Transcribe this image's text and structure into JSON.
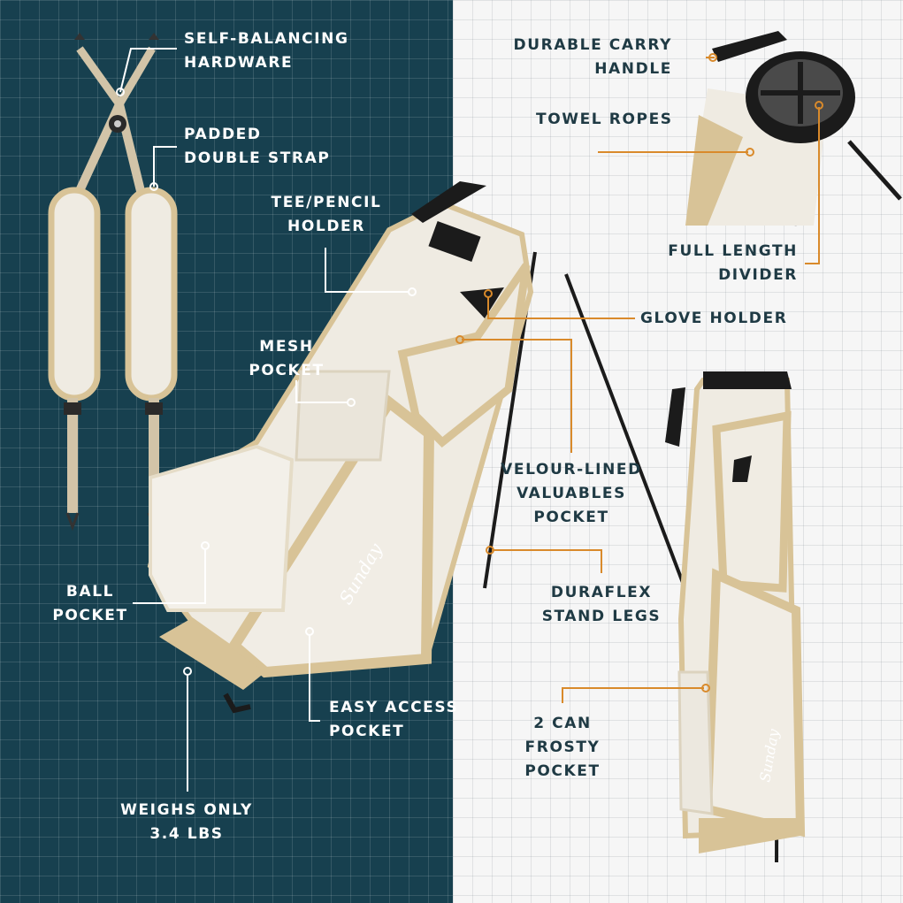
{
  "colors": {
    "left_background": "#17404f",
    "right_background": "#f6f6f6",
    "callout_light": "#ffffff",
    "callout_accent": "#d98a2b",
    "bag_body": "#efebe2",
    "bag_trim": "#d8c397",
    "dark_parts": "#1b1b1b",
    "label_dark": "#1f3a44",
    "label_light": "#ffffff"
  },
  "left_panel": {
    "labels": {
      "self_balancing": [
        "SELF-BALANCING",
        "HARDWARE"
      ],
      "padded_strap": [
        "PADDED",
        "DOUBLE STRAP"
      ],
      "tee_pencil": [
        "TEE/PENCIL",
        "HOLDER"
      ],
      "mesh_pocket": [
        "MESH",
        "POCKET"
      ],
      "ball_pocket": [
        "BALL",
        "POCKET"
      ],
      "easy_access": [
        "EASY ACCESS",
        "POCKET"
      ],
      "weighs_only": [
        "WEIGHS ONLY",
        "3.4 LBS"
      ]
    }
  },
  "right_panel": {
    "labels": {
      "carry_handle": [
        "DURABLE CARRY",
        "HANDLE"
      ],
      "towel_ropes": [
        "TOWEL ROPES"
      ],
      "full_length_divider": [
        "FULL LENGTH",
        "DIVIDER"
      ],
      "glove_holder": [
        "GLOVE HOLDER"
      ],
      "velour_pocket": [
        "VELOUR-LINED",
        "VALUABLES",
        "POCKET"
      ],
      "duraflex_legs": [
        "DURAFLEX",
        "STAND LEGS"
      ],
      "frosty_pocket": [
        "2 CAN",
        "FROSTY",
        "POCKET"
      ]
    }
  },
  "product": {
    "brand_logo_text": "Sunday",
    "icons": [
      "golf-bag-icon",
      "double-strap-icon",
      "bag-top-closeup-icon",
      "standing-bag-icon"
    ]
  }
}
